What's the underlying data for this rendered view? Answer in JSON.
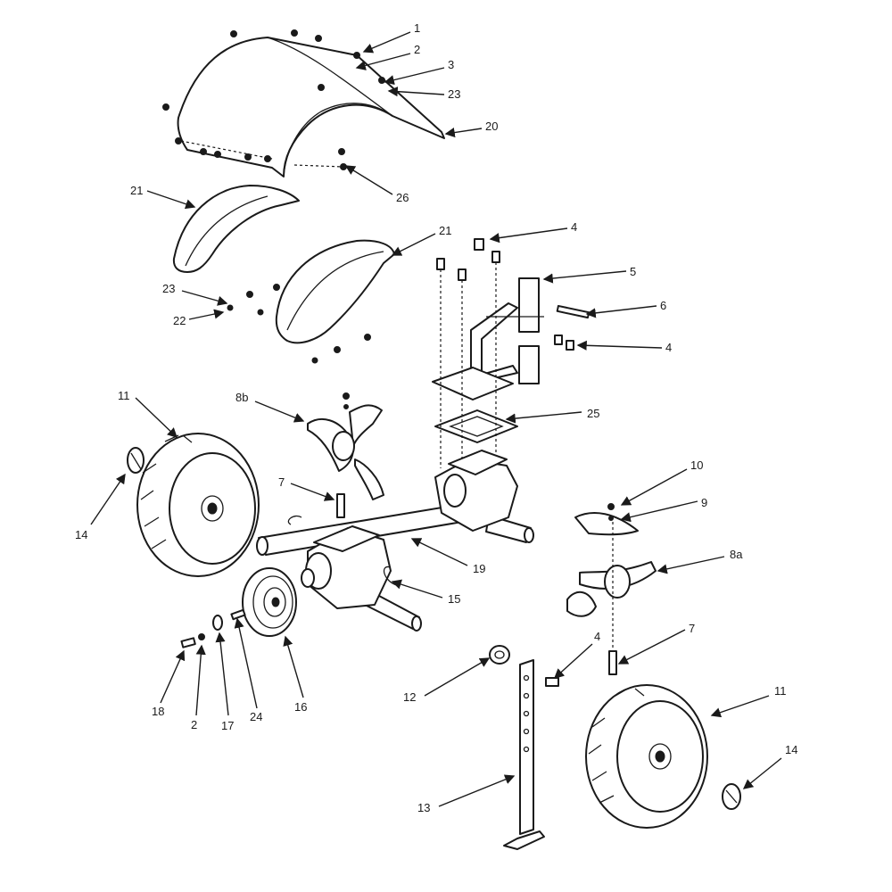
{
  "callouts": {
    "c1": "1",
    "c2a": "2",
    "c3": "3",
    "c23a": "23",
    "c20": "20",
    "c26": "26",
    "c21a": "21",
    "c21b": "21",
    "c23b": "23",
    "c22": "22",
    "c4a": "4",
    "c5": "5",
    "c6": "6",
    "c4b": "4",
    "c25": "25",
    "c11a": "11",
    "c8b": "8b",
    "c14a": "14",
    "c7a": "7",
    "c19": "19",
    "c15": "15",
    "c10": "10",
    "c9": "9",
    "c8a": "8a",
    "c16": "16",
    "c18": "18",
    "c2b": "2",
    "c17": "17",
    "c24": "24",
    "c4c": "4",
    "c7b": "7",
    "c12": "12",
    "c13": "13",
    "c11b": "11",
    "c14b": "14"
  }
}
